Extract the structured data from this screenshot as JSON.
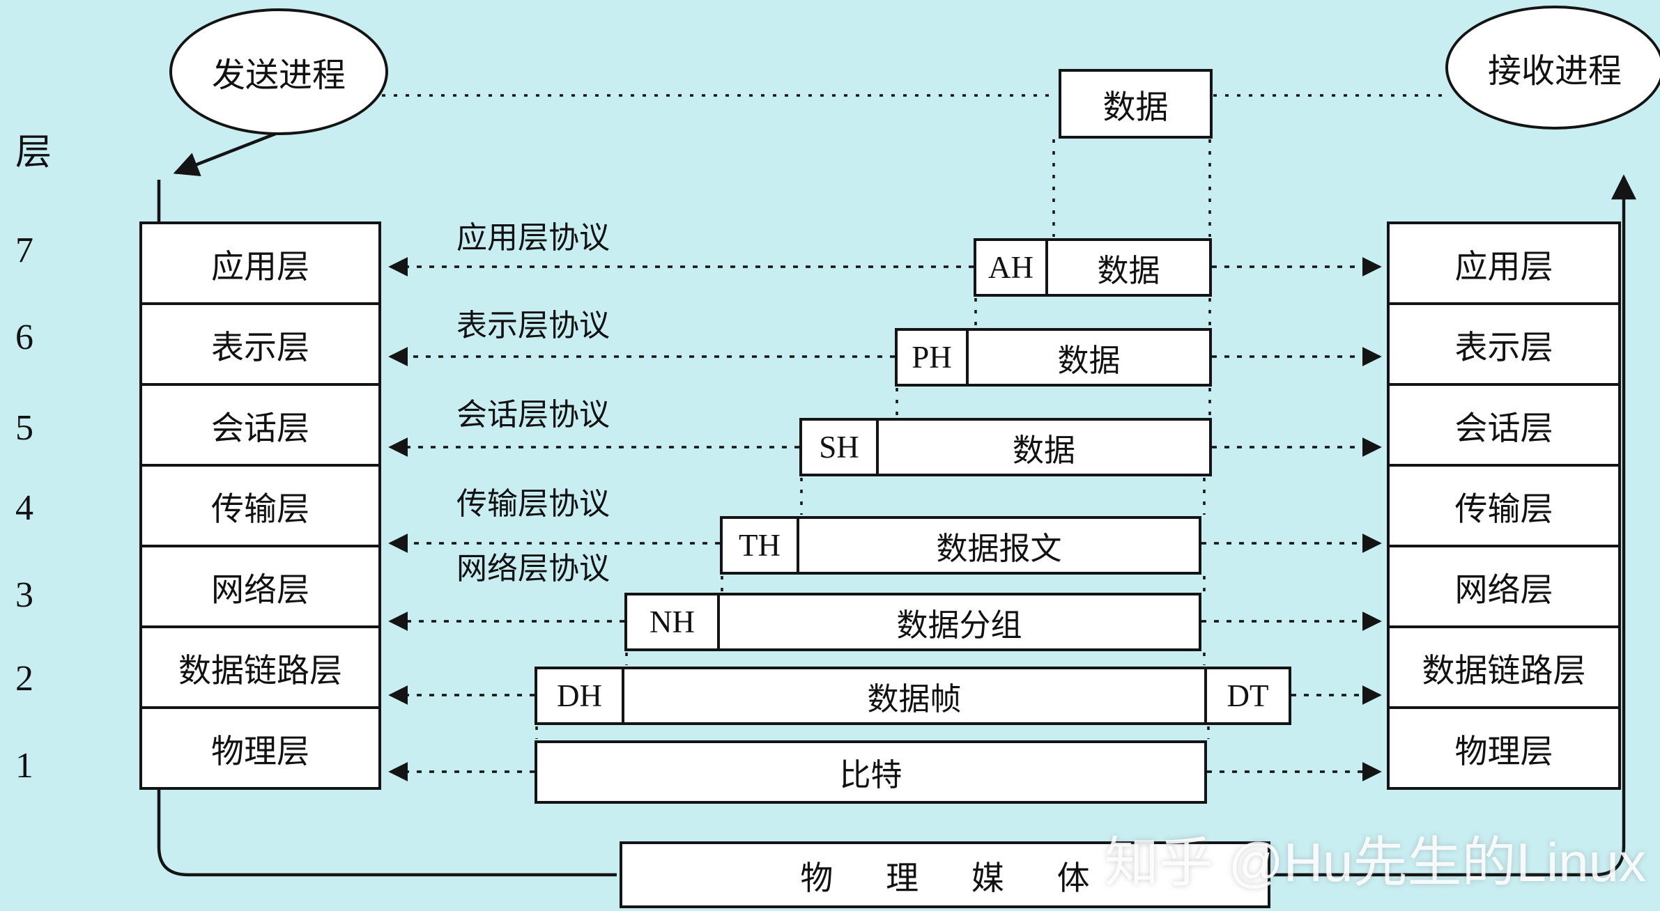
{
  "colors": {
    "background": "#c9eef1",
    "line": "#141414",
    "box_fill": "#ffffff",
    "watermark_text": "rgba(255,255,255,0.88)"
  },
  "sender_process": "发送进程",
  "receiver_process": "接收进程",
  "layer_axis_label": "层",
  "top_data_label": "数据",
  "layers": [
    {
      "number": "7",
      "name": "应用层",
      "protocol": "应用层协议",
      "header": "AH",
      "payload": "数据"
    },
    {
      "number": "6",
      "name": "表示层",
      "protocol": "表示层协议",
      "header": "PH",
      "payload": "数据"
    },
    {
      "number": "5",
      "name": "会话层",
      "protocol": "会话层协议",
      "header": "SH",
      "payload": "数据"
    },
    {
      "number": "4",
      "name": "传输层",
      "protocol": "传输层协议",
      "header": "TH",
      "payload": "数据报文"
    },
    {
      "number": "3",
      "name": "网络层",
      "protocol": "网络层协议",
      "header": "NH",
      "payload": "数据分组"
    },
    {
      "number": "2",
      "name": "数据链路层",
      "header": "DH",
      "payload": "数据帧",
      "trailer": "DT"
    },
    {
      "number": "1",
      "name": "物理层",
      "payload": "比特"
    }
  ],
  "physical_medium_label": "物 理 媒 体",
  "watermark": "知乎 @Hu先生的Linux"
}
